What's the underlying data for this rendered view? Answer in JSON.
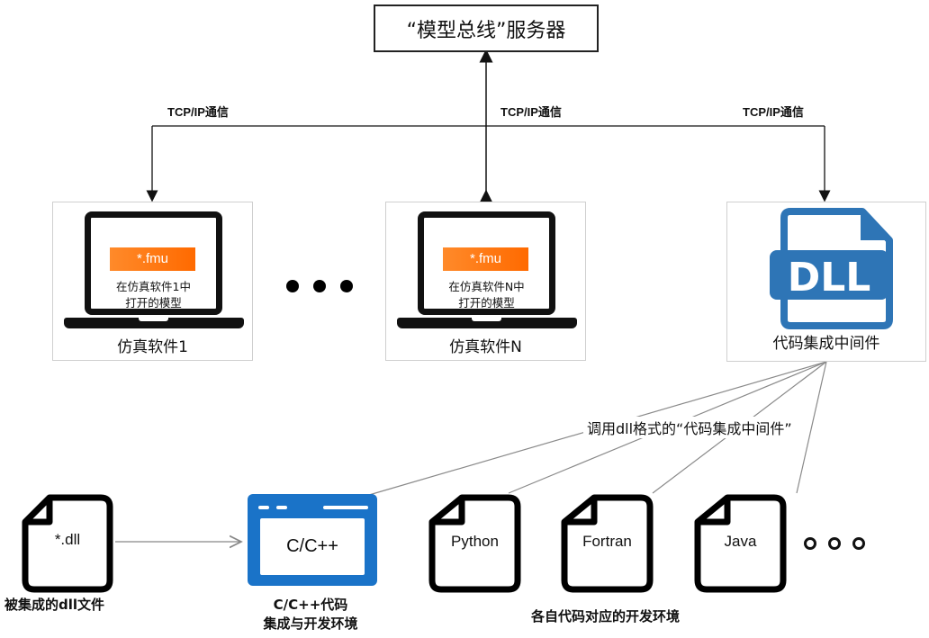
{
  "server": {
    "label": "“模型总线”服务器"
  },
  "connections": {
    "tcp_left": "TCP/IP通信",
    "tcp_center": "TCP/IP通信",
    "tcp_right": "TCP/IP通信"
  },
  "sim_1": {
    "file_badge": "*.fmu",
    "screen_line1": "在仿真软件1中",
    "screen_line2": "打开的模型",
    "label": "仿真软件1"
  },
  "sim_n": {
    "file_badge": "*.fmu",
    "screen_line1": "在仿真软件N中",
    "screen_line2": "打开的模型",
    "label": "仿真软件N"
  },
  "middleware": {
    "icon_text": "DLL",
    "label": "代码集成中间件",
    "accent": "#2e75b6"
  },
  "callout": "调用dll格式的“代码集成中间件”",
  "dll_file": {
    "text": "*.dll",
    "caption": "被集成的dll文件"
  },
  "cpp_ide": {
    "text": "C/C++",
    "caption_line1": "C/C++代码",
    "caption_line2": "集成与开发环境",
    "accent": "#1a73c8"
  },
  "lang_files": [
    {
      "text": "Python"
    },
    {
      "text": "Fortran"
    },
    {
      "text": "Java"
    }
  ],
  "lang_caption": "各自代码对应的开发环境"
}
